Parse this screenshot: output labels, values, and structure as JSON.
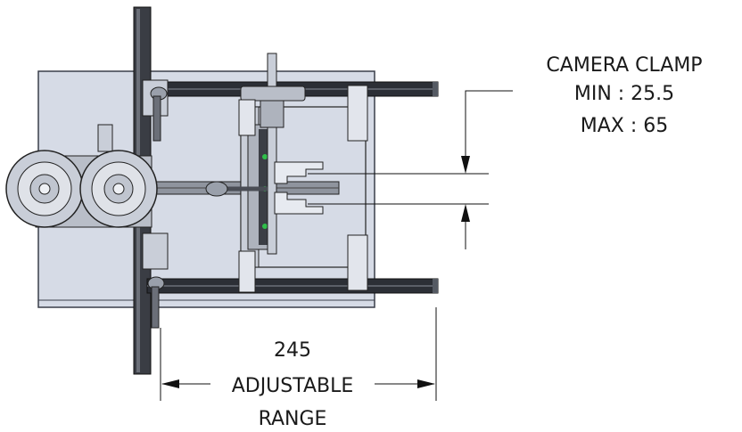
{
  "annotations": {
    "clamp_title": "CAMERA CLAMP",
    "clamp_min": "MIN : 25.5",
    "clamp_max": "MAX : 65",
    "range_value": "245",
    "range_line1": "ADJUSTABLE",
    "range_line2": "RANGE"
  },
  "colors": {
    "plate": "#d6dbe6",
    "plate_edge": "#3a3f4a",
    "rail": "#2c2f36",
    "metal": "#c9ced8",
    "dark": "#33363d",
    "accent_green": "#2fbf4a",
    "line": "#111111"
  }
}
